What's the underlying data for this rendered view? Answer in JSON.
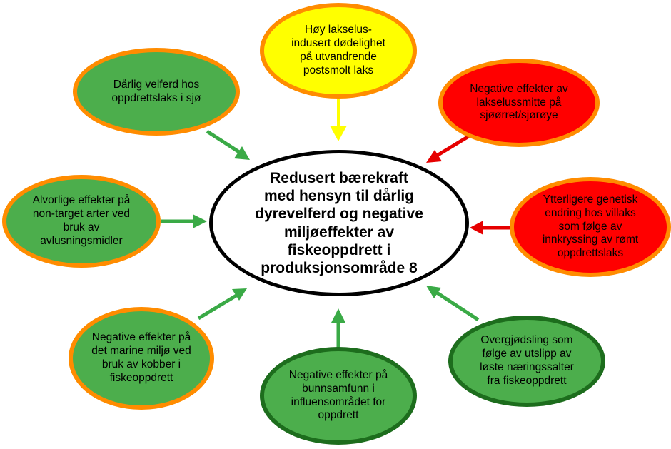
{
  "colors": {
    "green_fill": "#4cae4c",
    "yellow_fill": "#ffff00",
    "red_fill": "#ff0000",
    "orange_border": "#ff8c00",
    "dark_green_border": "#1d6d1d",
    "center_fill": "#ffffff",
    "center_border": "#000000",
    "arrow_green": "#3aaa46",
    "arrow_yellow": "#ffff00",
    "arrow_red": "#e60000"
  },
  "center": {
    "text": "Redusert bærekraft\nmed hensyn til dårlig\ndyrevelferd og negative\nmiljøeffekter av\nfiskeoppdrett i\nproduksjonsområde 8"
  },
  "nodes": [
    {
      "id": "top",
      "text": "Høy lakselus-\nindusert dødelighet\npå utvandrende\npostsmolt laks",
      "fill": "yellow",
      "border": "orange",
      "arrow": "yellow"
    },
    {
      "id": "upper-left",
      "text": "Dårlig velferd hos\noppdrettslaks i sjø",
      "fill": "green",
      "border": "orange",
      "arrow": "green"
    },
    {
      "id": "upper-right",
      "text": "Negative effekter av\nlakselussmitte på\nsjøørret/sjørøye",
      "fill": "red",
      "border": "orange",
      "arrow": "red"
    },
    {
      "id": "left",
      "text": "Alvorlige effekter på\nnon-target arter ved\nbruk av\navlusningsmidler",
      "fill": "green",
      "border": "orange",
      "arrow": "green"
    },
    {
      "id": "right",
      "text": "Ytterligere genetisk\nendring hos villaks\nsom følge av\ninnkryssing av rømt\noppdrettslaks",
      "fill": "red",
      "border": "orange",
      "arrow": "red"
    },
    {
      "id": "lower-left",
      "text": "Negative effekter på\ndet marine miljø ved\nbruk av kobber i\nfiskeoppdrett",
      "fill": "green",
      "border": "orange",
      "arrow": "green"
    },
    {
      "id": "bottom",
      "text": "Negative effekter på\nbunnsamfunn i\ninfluensområdet for\noppdrett",
      "fill": "green",
      "border": "dark_green",
      "arrow": "green"
    },
    {
      "id": "lower-right",
      "text": "Overgjødsling som\nfølge av utslipp av\nløste næringssalter\nfra fiskeoppdrett",
      "fill": "green",
      "border": "dark_green",
      "arrow": "green"
    }
  ]
}
